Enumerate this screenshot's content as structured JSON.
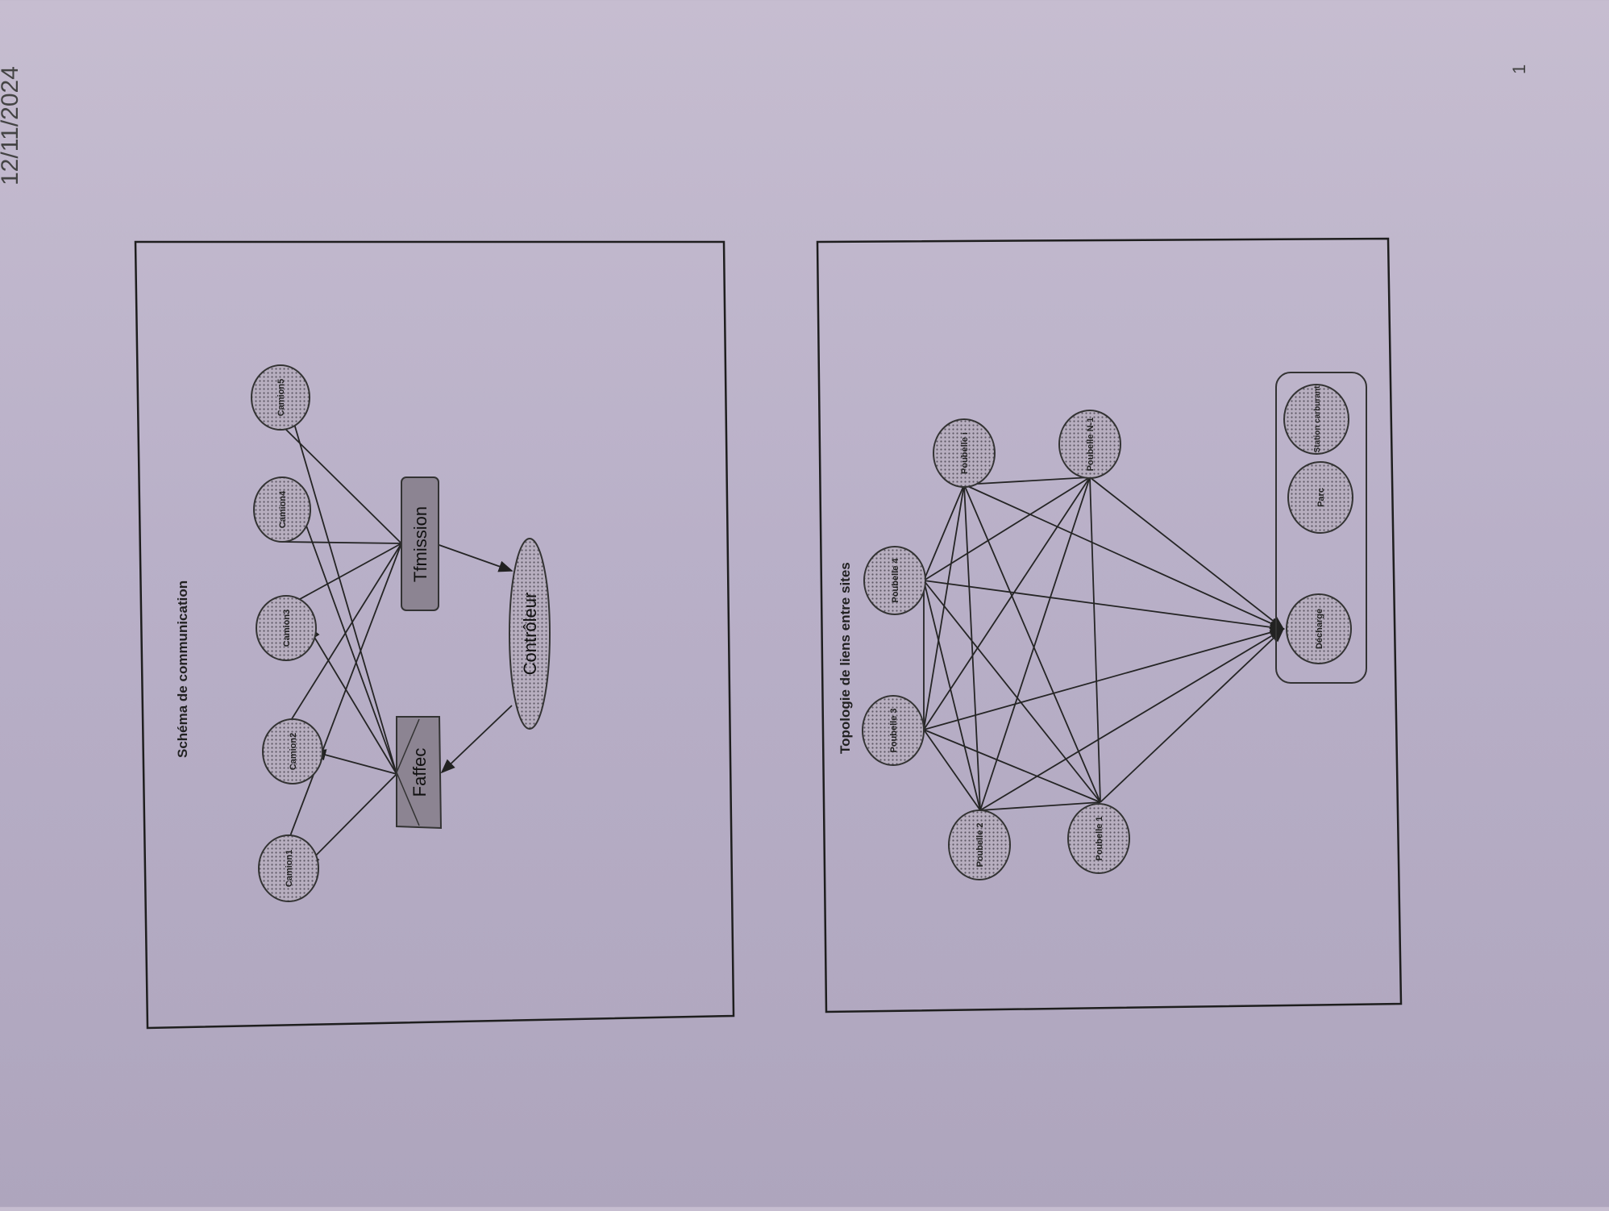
{
  "header": {
    "date": "12/11/2024",
    "page_number": "1"
  },
  "diagrams": [
    {
      "title": "Schéma de communication",
      "nodes": [
        {
          "id": "camion1",
          "label": "Camion1"
        },
        {
          "id": "camion2",
          "label": "Camion2"
        },
        {
          "id": "camion3",
          "label": "Camion3"
        },
        {
          "id": "camion4",
          "label": "Camion4"
        },
        {
          "id": "camion5",
          "label": "Camion5"
        },
        {
          "id": "faffec",
          "label": "Faffec"
        },
        {
          "id": "tfmission",
          "label": "Tfmission"
        },
        {
          "id": "controleur",
          "label": "Contrôleur"
        }
      ],
      "edges": [
        [
          "faffec",
          "camion1"
        ],
        [
          "faffec",
          "camion2"
        ],
        [
          "faffec",
          "camion3"
        ],
        [
          "faffec",
          "camion4"
        ],
        [
          "faffec",
          "camion5"
        ],
        [
          "camion1",
          "tfmission"
        ],
        [
          "camion2",
          "tfmission"
        ],
        [
          "camion3",
          "tfmission"
        ],
        [
          "camion4",
          "tfmission"
        ],
        [
          "camion5",
          "tfmission"
        ],
        [
          "tfmission",
          "controleur"
        ],
        [
          "controleur",
          "faffec"
        ]
      ]
    },
    {
      "title": "Topologie de liens entre sites",
      "nodes": [
        {
          "id": "p1",
          "label": "Poubelle 1"
        },
        {
          "id": "p2",
          "label": "Poubelle 2"
        },
        {
          "id": "p3",
          "label": "Poubelle 3"
        },
        {
          "id": "p4",
          "label": "Poubelle 4"
        },
        {
          "id": "pi",
          "label": "Poubelle i"
        },
        {
          "id": "pn",
          "label": "Poubelle N-1"
        },
        {
          "id": "decharge",
          "label": "Décharge"
        },
        {
          "id": "parc",
          "label": "Parc"
        },
        {
          "id": "station",
          "label": "Station carburant"
        }
      ],
      "edges_complete_among": [
        "p1",
        "p2",
        "p3",
        "p4",
        "pi",
        "pn",
        "decharge"
      ]
    }
  ]
}
